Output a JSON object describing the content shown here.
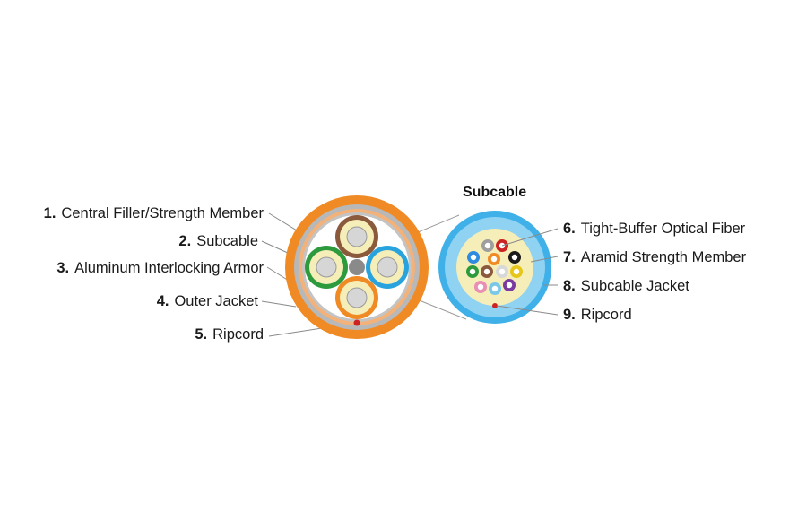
{
  "subcable_title": "Subcable",
  "left_labels": [
    {
      "num": "1.",
      "text": "Central Filler/Strength Member"
    },
    {
      "num": "2.",
      "text": "Subcable"
    },
    {
      "num": "3.",
      "text": "Aluminum Interlocking Armor"
    },
    {
      "num": "4.",
      "text": "Outer Jacket"
    },
    {
      "num": "5.",
      "text": "Ripcord"
    }
  ],
  "right_labels": [
    {
      "num": "6.",
      "text": "Tight-Buffer Optical Fiber"
    },
    {
      "num": "7.",
      "text": "Aramid Strength Member"
    },
    {
      "num": "8.",
      "text": "Subcable Jacket"
    },
    {
      "num": "9.",
      "text": "Ripcord"
    }
  ],
  "colors": {
    "outer_jacket": "#f08a24",
    "armor": "#b3b3b3",
    "subcable_brown": "#8b5a3c",
    "subcable_green": "#2e9a3e",
    "subcable_blue": "#29a3dd",
    "subcable_orange": "#f08a24",
    "aramid": "#f6eeb8",
    "central_filler": "#8a8a8a",
    "ripcord": "#cc2222",
    "subcable_jacket": "#3fb1e8"
  },
  "fiber_colors": [
    "#9e9e9e",
    "#cc2222",
    "#1a1a1a",
    "#2e8be0",
    "#f08a24",
    "#2e9a3e",
    "#8b5a3c",
    "#d8d8d8",
    "#e6c619",
    "#e98fb5",
    "#7ac8e8",
    "#7a3aa0"
  ]
}
